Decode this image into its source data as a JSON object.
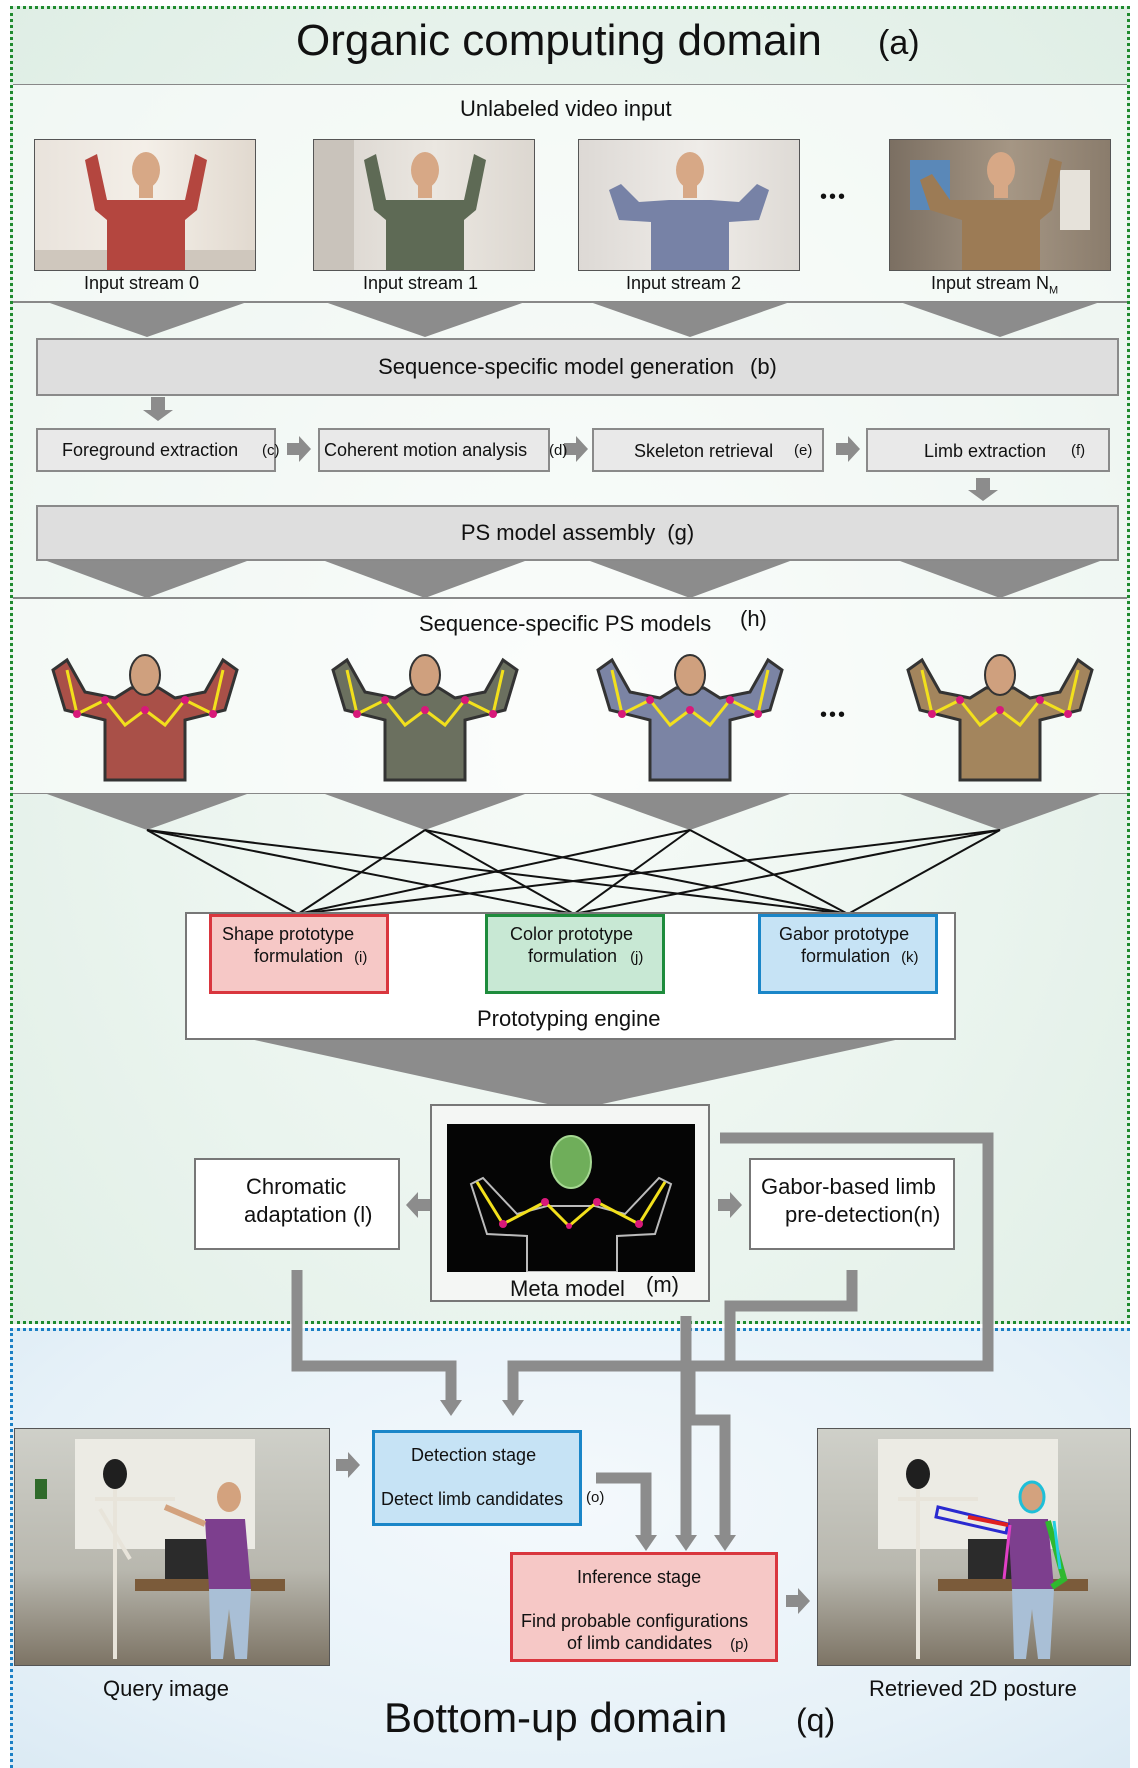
{
  "organic_domain": {
    "title": "Organic computing domain",
    "tag": "(a)",
    "video_input": {
      "heading": "Unlabeled video input",
      "streams": [
        "Input stream 0",
        "Input stream 1",
        "Input stream 2",
        "Input stream N"
      ],
      "last_stream_subscript": "M",
      "ellipsis": "•••"
    },
    "model_generation": {
      "label": "Sequence-specific model generation",
      "tag": "(b)",
      "steps": [
        {
          "label": "Foreground extraction",
          "tag": "(c)"
        },
        {
          "label": "Coherent motion analysis",
          "tag": "(d)"
        },
        {
          "label": "Skeleton retrieval",
          "tag": "(e)"
        },
        {
          "label": "Limb extraction",
          "tag": "(f)"
        }
      ],
      "assembly": {
        "label": "PS model assembly",
        "tag": "(g)"
      }
    },
    "ps_models": {
      "heading": "Sequence-specific PS models",
      "tag": "(h)",
      "ellipsis": "•••"
    },
    "prototyping_engine": {
      "label": "Prototyping engine",
      "prototypes": [
        {
          "line1": "Shape prototype",
          "line2": "formulation",
          "tag": "(i)",
          "color": "#d9363e",
          "fill": "#f6c8c6"
        },
        {
          "line1": "Color prototype",
          "line2": "formulation",
          "tag": "(j)",
          "color": "#1e8c3c",
          "fill": "#c8e8d4"
        },
        {
          "line1": "Gabor prototype",
          "line2": "formulation",
          "tag": "(k)",
          "color": "#1a86c8",
          "fill": "#c6e3f5"
        }
      ]
    },
    "meta_model": {
      "label": "Meta model",
      "tag": "(m)"
    },
    "chromatic": {
      "line1": "Chromatic",
      "line2": "adaptation",
      "tag": "(l)"
    },
    "gabor_limb": {
      "line1": "Gabor-based limb",
      "line2": "pre-detection",
      "tag": "(n)"
    }
  },
  "bottomup_domain": {
    "title": "Bottom-up domain",
    "tag": "(q)",
    "query_label": "Query image",
    "result_label": "Retrieved 2D posture",
    "detection": {
      "title": "Detection stage",
      "text": "Detect limb candidates",
      "tag": "(o)"
    },
    "inference": {
      "title": "Inference stage",
      "line1": "Find probable configurations",
      "line2": "of limb candidates",
      "tag": "(p)"
    }
  },
  "colors": {
    "organic_border": "#1f8a2e",
    "bottomup_border": "#1a7fc4",
    "arrow_grey": "#8c8c8c",
    "skeleton_yellow": "#f2e01c",
    "joint_magenta": "#d8197a"
  }
}
